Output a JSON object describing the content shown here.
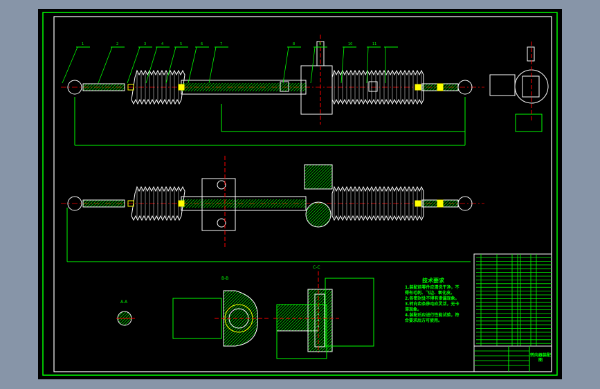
{
  "drawing": {
    "title": "转向器装配图",
    "technical_requirements": {
      "heading": "技术要求",
      "items": [
        "1.装配前零件应清洗干净，不得有毛刺、飞边、氧化皮。",
        "2.各密封处不得有渗漏现象。",
        "3.转向齿条移动应灵活，无卡滞现象。",
        "4.装配后应进行性能试验，符合要求后方可使用。"
      ]
    },
    "section_labels": [
      "A-A",
      "B-B",
      "C-C"
    ],
    "balloons": [
      "1",
      "2",
      "3",
      "4",
      "5",
      "6",
      "7",
      "8",
      "9",
      "10",
      "11"
    ],
    "colors": {
      "background": "#8795a8",
      "sheet": "#000000",
      "frame_outer": "#00ff00",
      "frame_inner": "#ffffff",
      "outline": "#ffffff",
      "hatch": "#00ff00",
      "centerline": "#ff0000",
      "seal": "#ffff00"
    }
  }
}
